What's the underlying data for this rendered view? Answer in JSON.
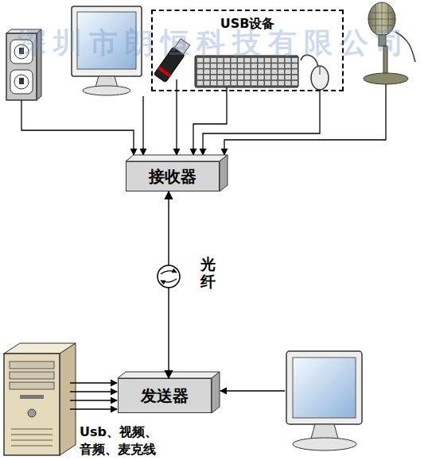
{
  "diagram": {
    "nodes": [
      {
        "text": [
          "USB设备"
        ]
      },
      {
        "text": [
          "接收器"
        ]
      },
      {
        "text": [
          "发送器"
        ]
      }
    ],
    "edges": [
      {
        "from": 1,
        "to": 2,
        "arrow": "both",
        "label": "光纤"
      }
    ],
    "labels": [
      "深圳市朗恒科技有限公司",
      "Usb、视频、 音频、麦克线"
    ]
  }
}
